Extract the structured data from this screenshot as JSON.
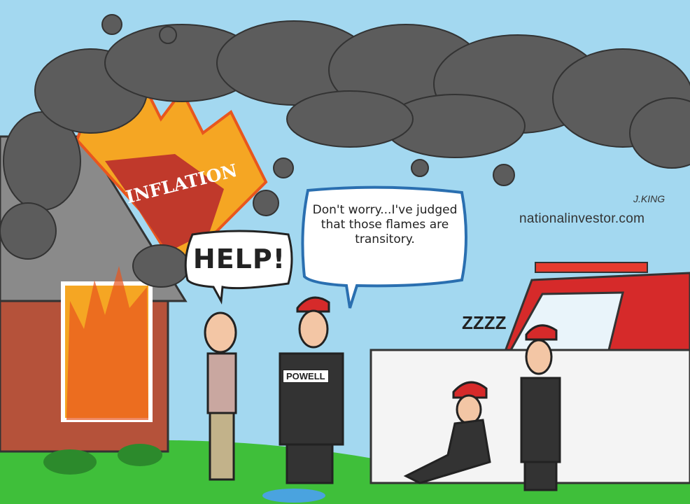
{
  "cartoon": {
    "fire_label": "INFLATION",
    "help_bubble": "HELP!",
    "powell_bubble": "Don't worry...I've judged that those flames are transitory.",
    "badge": "POWELL",
    "sleep": "ZZZZ",
    "signature": "J.KING",
    "website": "nationalinvestor.com"
  },
  "colors": {
    "sky": "#a3d8f0",
    "smoke": "#5c5c5c",
    "grass": "#3fbf3a",
    "brick": "#b5523a",
    "roof": "#8a8a8a",
    "fire": "#f5a623",
    "truck": "#d62a2a"
  }
}
